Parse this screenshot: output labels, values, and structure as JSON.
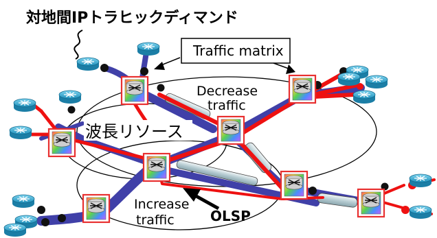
{
  "labels": {
    "title": "対地間IPトラヒックディマンド",
    "traffic_matrix": "Traffic matrix",
    "decrease_line1": "Decrease",
    "decrease_line2": "traffic",
    "wavelength": "波長リソース",
    "increase_line1": "Increase",
    "increase_line2": "traffic",
    "olsp": "OLSP"
  },
  "colors": {
    "red_path": "#ee1111",
    "blue_path": "#4040a8",
    "node_frame": "#e83030",
    "router": "#2aa6d0",
    "background": "#ffffff"
  },
  "icons": {
    "router": "router-icon",
    "oxc_node": "optical-cross-connect-icon",
    "endpoint": "black-dot-icon",
    "amplifier": "tube-icon"
  }
}
